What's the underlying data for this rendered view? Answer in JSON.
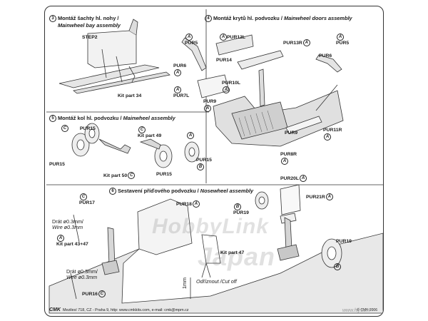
{
  "sections": {
    "s3": {
      "num": "3",
      "title_cz": "Montáž šachty hl. nohy /",
      "title_en": "Mainwheel bay assembly"
    },
    "s4": {
      "num": "4",
      "title_cz": "Montáž krytů hl. podvozku /",
      "title_en": "Mainwheel doors assembly"
    },
    "s5": {
      "num": "5",
      "title_cz": "Montáž kol hl. podvozku /",
      "title_en": "Mainwheel assembly"
    },
    "s6": {
      "num": "6",
      "title_cz": "Sestavení příďového podvozku /",
      "title_en": "Nosewheel assembly"
    }
  },
  "labels": {
    "step2": "STEP2",
    "kit34": "Kit part 34",
    "pur5a": "PUR5",
    "pur12l": "PUR12L",
    "pur13r": "PUR13R",
    "pur5b": "PUR5",
    "pur6a": "PUR6",
    "pur14": "PUR14",
    "pur6b": "PUR6",
    "pur10l": "PUR10L",
    "pur7l": "PUR7L",
    "pur9a": "PUR9",
    "pur9b": "PUR9",
    "pur11r": "PUR11R",
    "pur8r": "PUR8R",
    "pur15a": "PUR15",
    "kit49": "Kit part 49",
    "pur15b": "PUR15",
    "pur15c": "PUR15",
    "kit50": "Kit part 50",
    "pur15d": "PUR15",
    "pur17": "PUR17",
    "pur18": "PUR18",
    "pur20l": "PUR20L",
    "pur21r": "PUR21R",
    "pur19a": "PUR19",
    "pur19b": "PUR19",
    "wire1_cz": "Drát ø0.3mm/",
    "wire1_en": "Wire ø0.3mm",
    "kit4347": "Kit part 43+47",
    "wire2_cz": "Drát ø0.3mm/",
    "wire2_en": "Wire ø0.3mm",
    "pur16": "PUR16",
    "kit47": "Kit part 47",
    "cutoff": "Odříznout /Cut off",
    "mm": "1mm"
  },
  "refs": {
    "A": "A",
    "B": "B",
    "C": "C"
  },
  "footer": {
    "brand": "CMK",
    "address": "Mezilesí 718, CZ - Praha 9,  http: www.cmkkits.com, e-mail: cmk@mpm.cz",
    "copyright": "© CMK 2006"
  },
  "watermark": {
    "line1": "HobbyLink",
    "line2": "Japan",
    "site": "www.hlj.com"
  }
}
